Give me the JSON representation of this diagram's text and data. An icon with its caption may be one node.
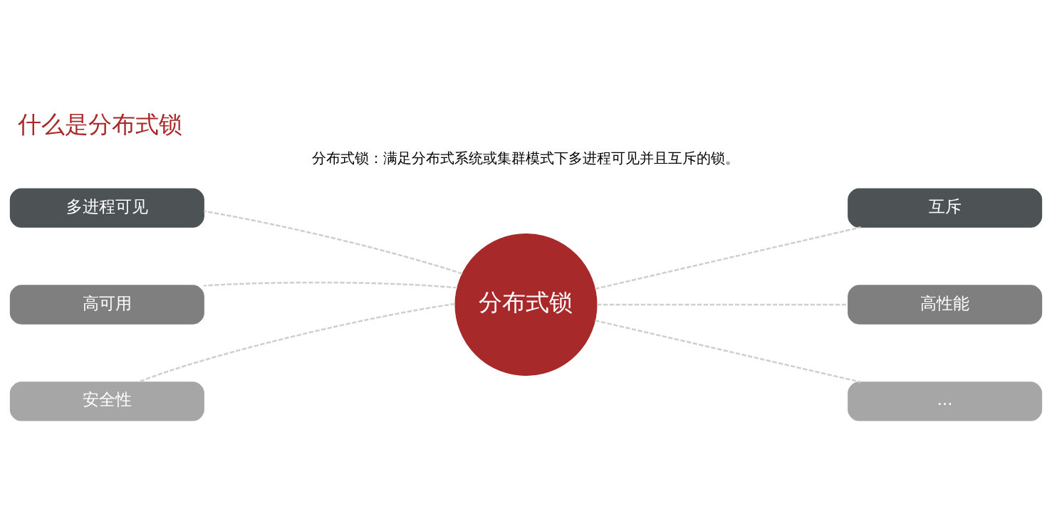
{
  "diagram": {
    "title": "什么是分布式锁",
    "nodes": [
      {
        "text": [
          "分布式锁"
        ]
      },
      {
        "text": [
          "多进程可见"
        ]
      },
      {
        "text": [
          "互斥"
        ]
      },
      {
        "text": [
          "高可用"
        ]
      },
      {
        "text": [
          "高性能"
        ]
      },
      {
        "text": [
          "安全性"
        ]
      },
      {
        "text": [
          "..."
        ]
      }
    ],
    "edges": [
      {
        "from": 0,
        "to": 1,
        "arrow": "none",
        "style": "dashed"
      },
      {
        "from": 0,
        "to": 2,
        "arrow": "none",
        "style": "dashed"
      },
      {
        "from": 0,
        "to": 3,
        "arrow": "none",
        "style": "dashed"
      },
      {
        "from": 0,
        "to": 4,
        "arrow": "none",
        "style": "dashed"
      },
      {
        "from": 0,
        "to": 5,
        "arrow": "none",
        "style": "dashed"
      },
      {
        "from": 0,
        "to": 6,
        "arrow": "none",
        "style": "dashed"
      }
    ],
    "labels": [
      "分布式锁：满足分布式系统或集群模式下多进程可见并且互斥的锁。"
    ]
  }
}
